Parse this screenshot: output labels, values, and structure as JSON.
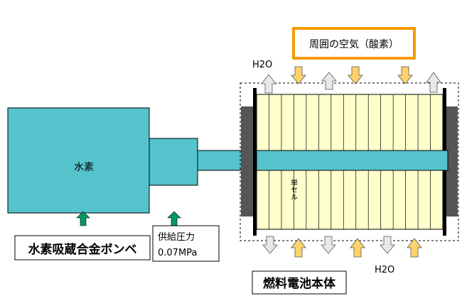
{
  "labels": {
    "hydrogen": "水素",
    "tank": "水素吸蔵合金ボンベ",
    "supply_pressure_title": "供給圧力",
    "supply_pressure_value": "0.07MPa",
    "ambient_air": "周囲の空気（酸素）",
    "single_cell": "単セル",
    "fuel_cell_body": "燃料電池本体",
    "water_top": "H2O",
    "water_bottom": "H2O"
  },
  "colors": {
    "tank_fill": "#55c3cc",
    "stack_fill": "#ffffcc",
    "endplate": "#555555",
    "air_box_fill": "#ffffff",
    "air_box_border": "#f59b00",
    "arrow_in_fill": "#ffd36b",
    "arrow_out_fill": "#e8e8e8",
    "arrow_green": "#009966",
    "outline": "#000000"
  }
}
